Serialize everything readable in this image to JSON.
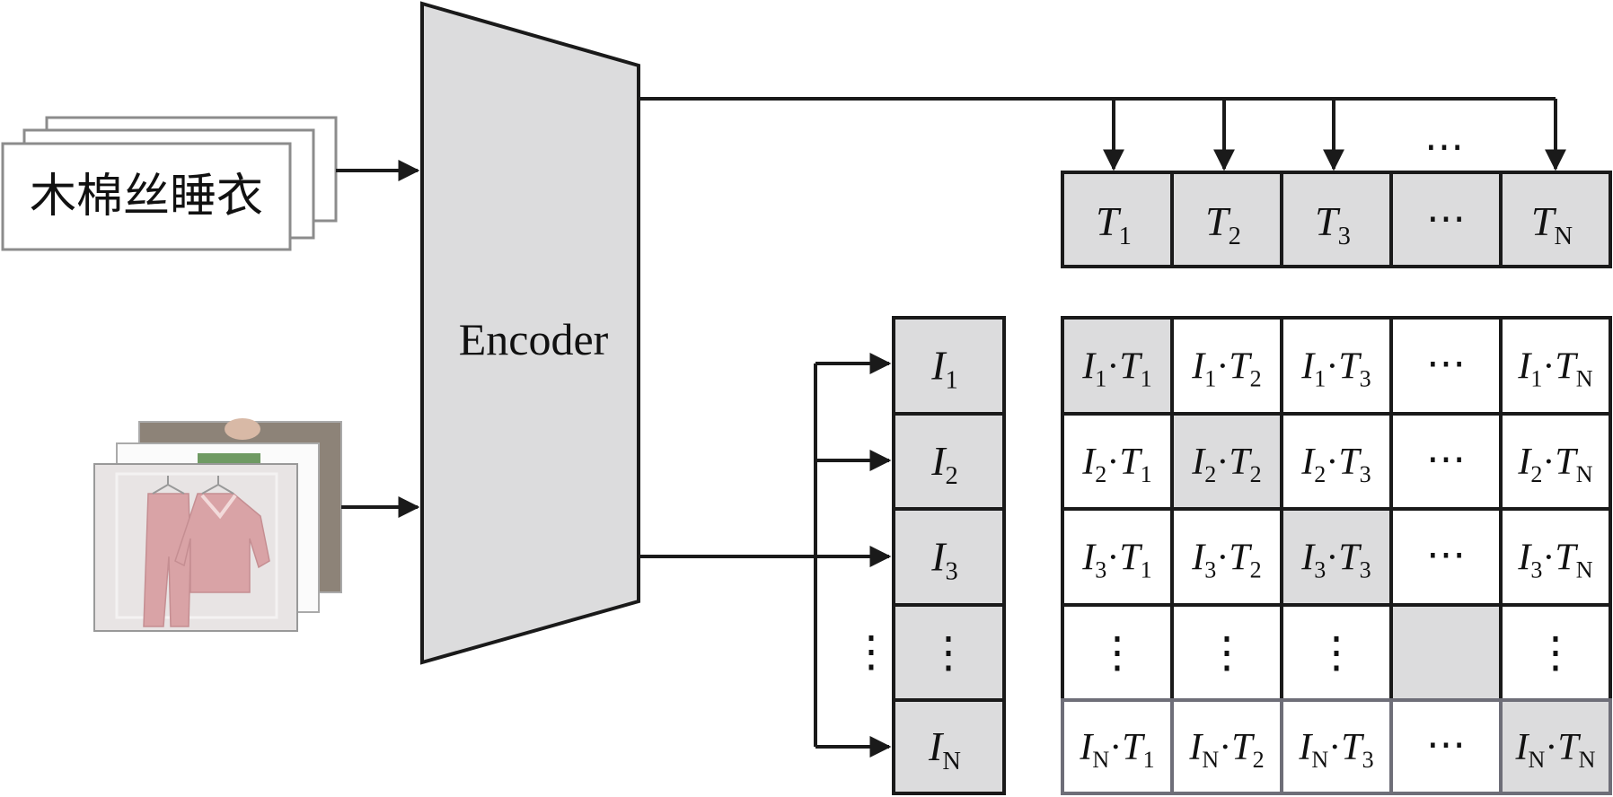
{
  "text_input": {
    "label": "木棉丝睡衣"
  },
  "encoder": {
    "label": "Encoder"
  },
  "text_features": [
    {
      "sym": "T",
      "sub": "1"
    },
    {
      "sym": "T",
      "sub": "2"
    },
    {
      "sym": "T",
      "sub": "3"
    },
    {
      "ellipsis": "⋯"
    },
    {
      "sym": "T",
      "sub": "N"
    }
  ],
  "image_features": [
    {
      "sym": "I",
      "sub": "1"
    },
    {
      "sym": "I",
      "sub": "2"
    },
    {
      "sym": "I",
      "sub": "3"
    },
    {
      "ellipsis": "⋮"
    },
    {
      "sym": "I",
      "sub": "N"
    }
  ],
  "row_ellipsis": "⋮",
  "col_ellipsis": "⋯",
  "top_ellipsis": "⋯",
  "matrix": {
    "dot": "·",
    "rows": [
      "1",
      "2",
      "3",
      "ellipsis",
      "N"
    ],
    "cols": [
      "1",
      "2",
      "3",
      "ellipsis",
      "N"
    ]
  },
  "colors": {
    "fill_gray": "#dcdcdd",
    "stroke": "#1a1a1a",
    "card_border": "#8c8c8c",
    "last_row_border": "#6e6e78",
    "pajama_pink": "#d9a3a6",
    "photo_gray": "#8d8378",
    "photo_bg": "#e8e4e4"
  }
}
